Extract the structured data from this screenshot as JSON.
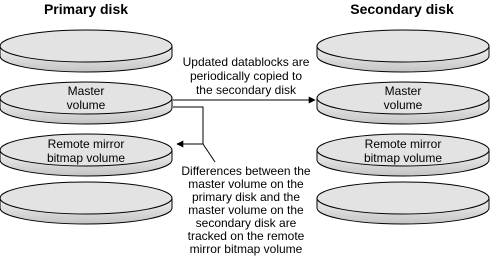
{
  "titles": {
    "primary": "Primary disk",
    "secondary": "Secondary disk"
  },
  "primary_disk": {
    "master_volume": [
      "Master",
      "volume"
    ],
    "bitmap_volume": [
      "Remote mirror",
      "bitmap volume"
    ]
  },
  "secondary_disk": {
    "master_volume": [
      "Master",
      "volume"
    ],
    "bitmap_volume": [
      "Remote mirror",
      "bitmap volume"
    ]
  },
  "notes": {
    "copy": [
      "Updated datablocks are",
      "periodically copied to",
      "the secondary disk"
    ],
    "differences": [
      "Differences between the",
      "master volume on the",
      "primary disk and the",
      "master volume on the",
      "secondary disk are",
      "tracked on the remote",
      "mirror bitmap volume"
    ]
  },
  "colors": {
    "platter_fill_top": "#f2f2f2",
    "platter_fill_bottom": "#c4c4c4",
    "stroke": "#000000"
  }
}
